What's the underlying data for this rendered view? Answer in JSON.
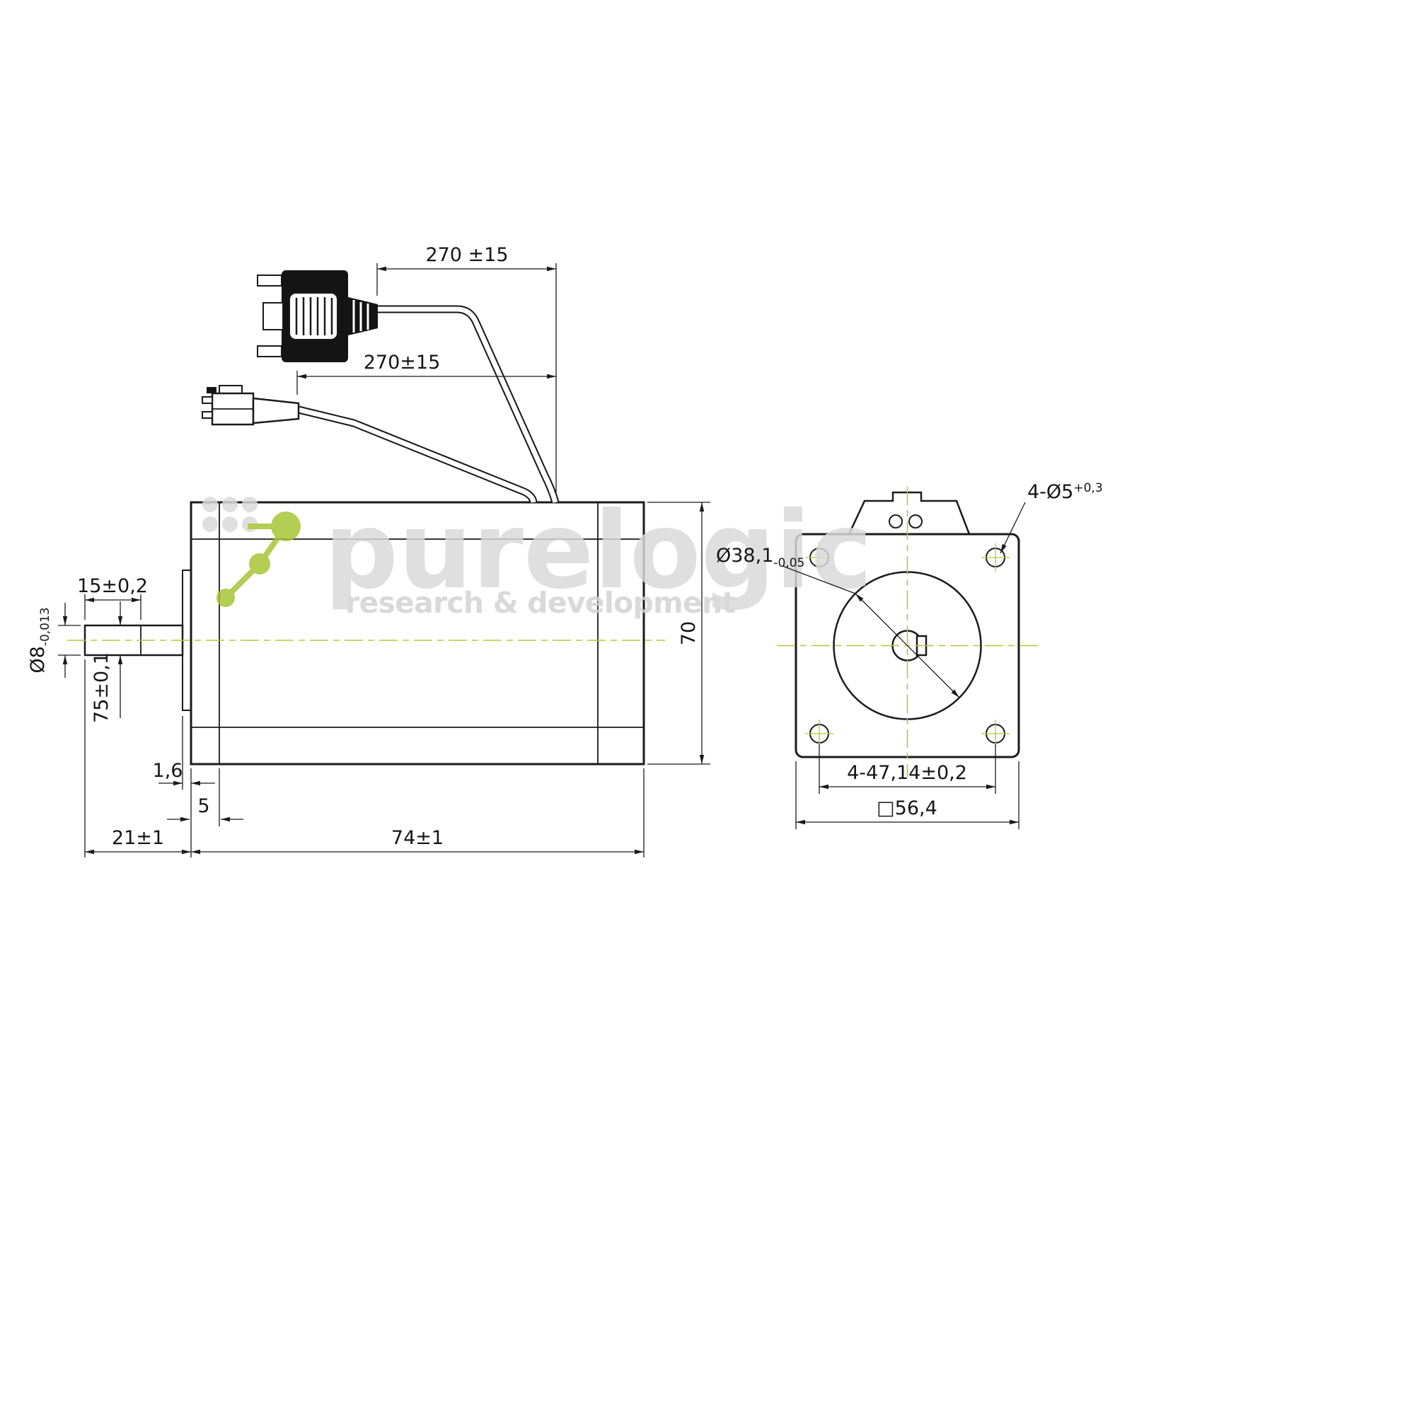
{
  "watermark": {
    "brand": "purelogic",
    "tagline": "research & development",
    "green": "#a6c433",
    "gray": "#d9d9d9"
  },
  "colors": {
    "line": "#1a1a1a",
    "centerline": "#b6c62f",
    "background": "#ffffff"
  },
  "dims": {
    "cable_top": "270 ±15",
    "cable_bottom": "270±15",
    "height": "70",
    "shaft_flat": "15±0,2",
    "shaft_dia": "Ø8",
    "shaft_dia_tol": "-0,013",
    "flat_depth": "75±0,1",
    "boss_step": "1,6",
    "flange": "5",
    "front_len": "21±1",
    "body_len": "74±1",
    "holes": "4-Ø5",
    "holes_tol": "+0,3",
    "pilot": "Ø38,1",
    "pilot_tol": "-0,05",
    "hole_pitch": "4-47,14±0,2",
    "square": "□56,4"
  }
}
